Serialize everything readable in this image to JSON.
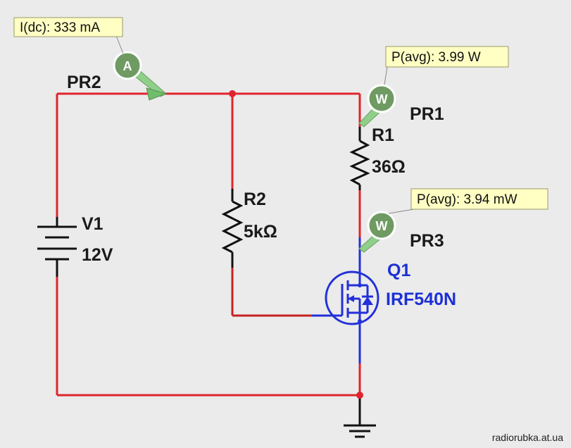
{
  "colors": {
    "wire_red": "#e0242c",
    "wire_blue": "#2330d9",
    "wire_black": "#111111",
    "probe_green": "#6f9b63",
    "tag_fill": "#ffffc4",
    "component_blue": "#1c2fd6"
  },
  "components": {
    "v1": {
      "ref": "V1",
      "value": "12V",
      "icon": "battery-icon"
    },
    "r2": {
      "ref": "R2",
      "value": "5kΩ",
      "icon": "resistor-icon"
    },
    "r1": {
      "ref": "R1",
      "value": "36Ω",
      "icon": "resistor-icon"
    },
    "q1": {
      "ref": "Q1",
      "value": "IRF540N",
      "icon": "mosfet-icon"
    }
  },
  "probes": {
    "pr2": {
      "name": "PR2",
      "letter": "A",
      "reading": "I(dc): 333 mA",
      "icon": "ammeter-probe-icon"
    },
    "pr1": {
      "name": "PR1",
      "letter": "W",
      "reading": "P(avg): 3.99 W",
      "icon": "wattmeter-probe-icon"
    },
    "pr3": {
      "name": "PR3",
      "letter": "W",
      "reading": "P(avg): 3.94 mW",
      "icon": "wattmeter-probe-icon"
    }
  },
  "watermark": "radiorubka.at.ua"
}
